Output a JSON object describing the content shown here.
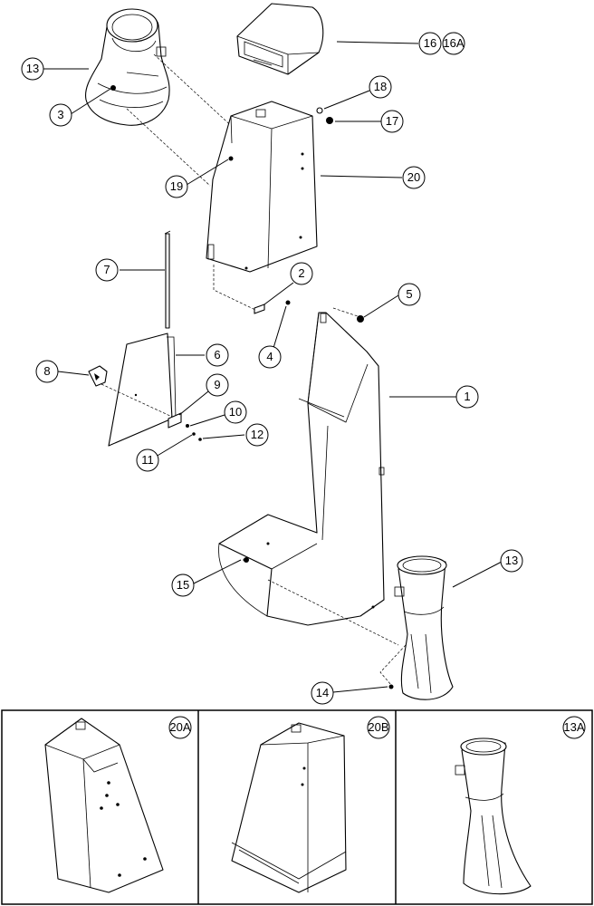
{
  "callouts": [
    {
      "id": "c13a",
      "label": "13"
    },
    {
      "id": "c3",
      "label": "3"
    },
    {
      "id": "c16",
      "label": "16"
    },
    {
      "id": "c16a",
      "label": "16A"
    },
    {
      "id": "c18",
      "label": "18"
    },
    {
      "id": "c17",
      "label": "17"
    },
    {
      "id": "c19",
      "label": "19"
    },
    {
      "id": "c20",
      "label": "20"
    },
    {
      "id": "c7",
      "label": "7"
    },
    {
      "id": "c2",
      "label": "2"
    },
    {
      "id": "c5",
      "label": "5"
    },
    {
      "id": "c4",
      "label": "4"
    },
    {
      "id": "c6",
      "label": "6"
    },
    {
      "id": "c8",
      "label": "8"
    },
    {
      "id": "c9",
      "label": "9"
    },
    {
      "id": "c10",
      "label": "10"
    },
    {
      "id": "c12",
      "label": "12"
    },
    {
      "id": "c11",
      "label": "11"
    },
    {
      "id": "c1",
      "label": "1"
    },
    {
      "id": "c13b",
      "label": "13"
    },
    {
      "id": "c15",
      "label": "15"
    },
    {
      "id": "c14",
      "label": "14"
    }
  ],
  "insets": [
    {
      "id": "inset-20a",
      "label": "20A"
    },
    {
      "id": "inset-20b",
      "label": "20B"
    },
    {
      "id": "inset-13a",
      "label": "13A"
    }
  ]
}
